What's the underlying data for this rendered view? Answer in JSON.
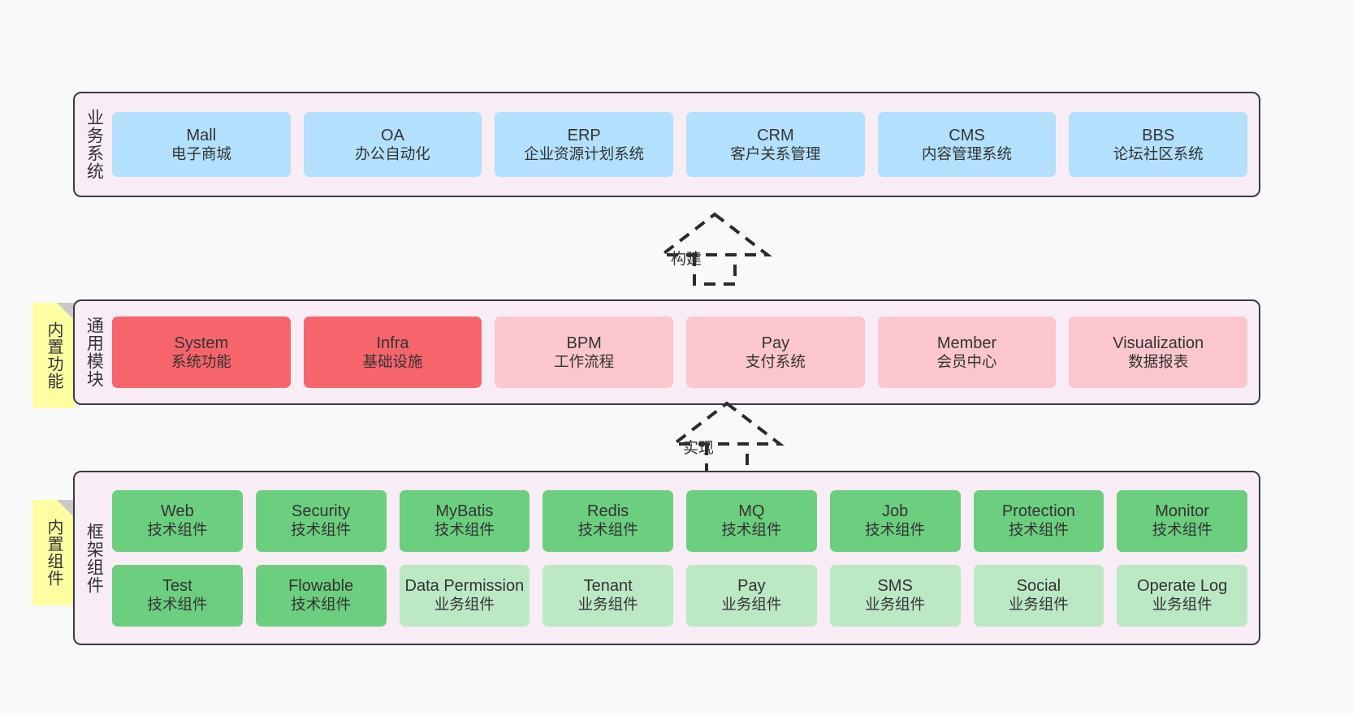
{
  "diagram": {
    "background": "#f9f9f9",
    "band_background": "#f8ecf5",
    "band_border": "#3a3a45"
  },
  "layers": [
    {
      "id": "business-systems",
      "label": "业务系统",
      "nodes": [
        {
          "title": "Mall",
          "sub": "电子商城",
          "style": "blue"
        },
        {
          "title": "OA",
          "sub": "办公自动化",
          "style": "blue"
        },
        {
          "title": "ERP",
          "sub": "企业资源计划系统",
          "style": "blue"
        },
        {
          "title": "CRM",
          "sub": "客户关系管理",
          "style": "blue"
        },
        {
          "title": "CMS",
          "sub": "内容管理系统",
          "style": "blue"
        },
        {
          "title": "BBS",
          "sub": "论坛社区系统",
          "style": "blue"
        }
      ]
    },
    {
      "id": "common-modules",
      "label": "通用模块",
      "sticky": "内置功能",
      "nodes": [
        {
          "title": "System",
          "sub": "系统功能",
          "style": "red"
        },
        {
          "title": "Infra",
          "sub": "基础设施",
          "style": "red"
        },
        {
          "title": "BPM",
          "sub": "工作流程",
          "style": "pink"
        },
        {
          "title": "Pay",
          "sub": "支付系统",
          "style": "pink"
        },
        {
          "title": "Member",
          "sub": "会员中心",
          "style": "pink"
        },
        {
          "title": "Visualization",
          "sub": "数据报表",
          "style": "pink"
        }
      ]
    },
    {
      "id": "framework-components",
      "label": "框架组件",
      "sticky": "内置组件",
      "rows": [
        [
          {
            "title": "Web",
            "sub": "技术组件",
            "style": "green"
          },
          {
            "title": "Security",
            "sub": "技术组件",
            "style": "green"
          },
          {
            "title": "MyBatis",
            "sub": "技术组件",
            "style": "green"
          },
          {
            "title": "Redis",
            "sub": "技术组件",
            "style": "green"
          },
          {
            "title": "MQ",
            "sub": "技术组件",
            "style": "green"
          },
          {
            "title": "Job",
            "sub": "技术组件",
            "style": "green"
          },
          {
            "title": "Protection",
            "sub": "技术组件",
            "style": "green"
          },
          {
            "title": "Monitor",
            "sub": "技术组件",
            "style": "green"
          }
        ],
        [
          {
            "title": "Test",
            "sub": "技术组件",
            "style": "green"
          },
          {
            "title": "Flowable",
            "sub": "技术组件",
            "style": "green"
          },
          {
            "title": "Data Permission",
            "sub": "业务组件",
            "style": "lightgreen"
          },
          {
            "title": "Tenant",
            "sub": "业务组件",
            "style": "lightgreen"
          },
          {
            "title": "Pay",
            "sub": "业务组件",
            "style": "lightgreen"
          },
          {
            "title": "SMS",
            "sub": "业务组件",
            "style": "lightgreen"
          },
          {
            "title": "Social",
            "sub": "业务组件",
            "style": "lightgreen"
          },
          {
            "title": "Operate Log",
            "sub": "业务组件",
            "style": "lightgreen"
          }
        ]
      ]
    }
  ],
  "connectors": [
    {
      "id": "build",
      "label": "构建"
    },
    {
      "id": "implement",
      "label": "实现"
    }
  ],
  "colors": {
    "blue": "#b3e0fc",
    "red": "#f5656b",
    "pink": "#fbc6cd",
    "green": "#6cce7f",
    "lightgreen": "#bce8c4",
    "sticky_yellow": "#fdfda2",
    "sticky_fold": "#c9c9c9"
  }
}
